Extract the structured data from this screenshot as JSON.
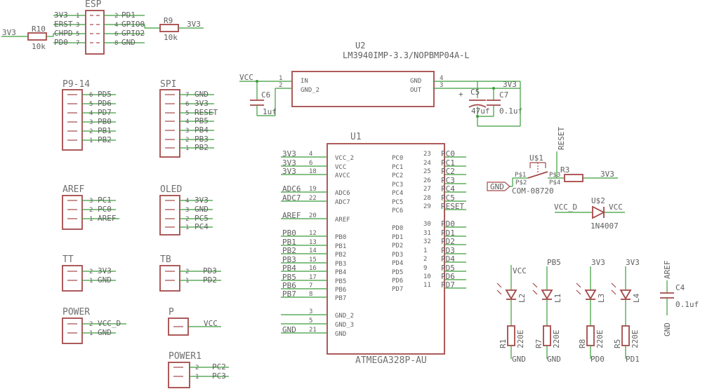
{
  "esp": {
    "name": "ESP",
    "left": [
      {
        "num": "1",
        "label": "3V3"
      },
      {
        "num": "3",
        "label": "ERST"
      },
      {
        "num": "5",
        "label": "CHPD"
      },
      {
        "num": "7",
        "label": "PD0"
      }
    ],
    "right": [
      {
        "num": "2",
        "label": "PD1"
      },
      {
        "num": "4",
        "label": "GPIO0"
      },
      {
        "num": "6",
        "label": "GPIO2"
      },
      {
        "num": "8",
        "label": "GND"
      }
    ]
  },
  "r10": {
    "name": "R10",
    "value": "10k",
    "net": "3V3"
  },
  "r9": {
    "name": "R9",
    "value": "10k",
    "net": "3V3"
  },
  "headers": [
    {
      "name": "P9-14",
      "pins": [
        {
          "num": "6",
          "label": "PD5"
        },
        {
          "num": "5",
          "label": "PD6"
        },
        {
          "num": "4",
          "label": "PD7"
        },
        {
          "num": "3",
          "label": "PB0"
        },
        {
          "num": "2",
          "label": "PB1"
        },
        {
          "num": "1",
          "label": "PB2"
        }
      ]
    },
    {
      "name": "SPI",
      "pins": [
        {
          "num": "7",
          "label": "GND"
        },
        {
          "num": "6",
          "label": "3V3"
        },
        {
          "num": "5",
          "label": "RESET"
        },
        {
          "num": "4",
          "label": "PB5"
        },
        {
          "num": "3",
          "label": "PB4"
        },
        {
          "num": "2",
          "label": "PB3"
        },
        {
          "num": "1",
          "label": "PB2"
        }
      ]
    },
    {
      "name": "AREF",
      "pins": [
        {
          "num": "3",
          "label": "PC1"
        },
        {
          "num": "2",
          "label": "PC0"
        },
        {
          "num": "1",
          "label": "AREF"
        }
      ]
    },
    {
      "name": "OLED",
      "pins": [
        {
          "num": "4",
          "label": "3V3"
        },
        {
          "num": "3",
          "label": "GND"
        },
        {
          "num": "2",
          "label": "PC5"
        },
        {
          "num": "1",
          "label": "PC4"
        }
      ]
    },
    {
      "name": "TT",
      "pins": [
        {
          "num": "2",
          "label": "3V3"
        },
        {
          "num": "1",
          "label": "GND"
        }
      ]
    },
    {
      "name": "TB",
      "pins": [
        {
          "num": "2",
          "label": "PD3"
        },
        {
          "num": "1",
          "label": "PD2"
        }
      ]
    },
    {
      "name": "POWER",
      "pins": [
        {
          "num": "2",
          "label": "VCC_D"
        },
        {
          "num": "1",
          "label": "GND"
        }
      ]
    },
    {
      "name": "P",
      "pins": [
        {
          "num": "",
          "label": "VCC"
        }
      ]
    },
    {
      "name": "POWER1",
      "pins": [
        {
          "num": "2",
          "label": "PC2"
        },
        {
          "num": "1",
          "label": "PC3"
        }
      ]
    }
  ],
  "u2": {
    "name": "U2",
    "part": "LM3940IMP-3.3/NOPBMP04A-L",
    "in_pins": [
      {
        "num": "1",
        "label": "IN"
      },
      {
        "num": "2",
        "label": "GND_2"
      }
    ],
    "out_pins": [
      {
        "num": "4",
        "label": "GND"
      },
      {
        "num": "3",
        "label": "OUT"
      }
    ],
    "vcc_net": "VCC",
    "out_net": "3V3"
  },
  "c6": {
    "name": "C6",
    "value": "1uf"
  },
  "c5": {
    "name": "C5",
    "value": "47uf"
  },
  "c7": {
    "name": "C7",
    "value": "0.1uf"
  },
  "u1": {
    "name": "U1",
    "part": "ATMEGA328P-AU",
    "left": [
      {
        "num": "4",
        "label": "VCC_2",
        "net": "3V3"
      },
      {
        "num": "6",
        "label": "VCC",
        "net": "3V3"
      },
      {
        "num": "18",
        "label": "AVCC",
        "net": "3V3"
      },
      {
        "num": "19",
        "label": "ADC6",
        "net": "ADC6"
      },
      {
        "num": "22",
        "label": "ADC7",
        "net": "ADC7"
      },
      {
        "num": "20",
        "label": "AREF",
        "net": "AREF"
      },
      {
        "num": "12",
        "label": "PB0",
        "net": "PB0"
      },
      {
        "num": "13",
        "label": "PB1",
        "net": "PB1"
      },
      {
        "num": "14",
        "label": "PB2",
        "net": "PB2"
      },
      {
        "num": "15",
        "label": "PB3",
        "net": "PB3"
      },
      {
        "num": "16",
        "label": "PB4",
        "net": "PB4"
      },
      {
        "num": "17",
        "label": "PB5",
        "net": "PB5"
      },
      {
        "num": "7",
        "label": "PB6",
        "net": "PB6"
      },
      {
        "num": "8",
        "label": "PB7",
        "net": "PB7"
      },
      {
        "num": "3",
        "label": "GND_2",
        "net": ""
      },
      {
        "num": "5",
        "label": "GND_3",
        "net": ""
      },
      {
        "num": "21",
        "label": "GND",
        "net": "GND"
      }
    ],
    "right": [
      {
        "num": "23",
        "label": "PC0",
        "net": "PC0"
      },
      {
        "num": "24",
        "label": "PC1",
        "net": "PC1"
      },
      {
        "num": "25",
        "label": "PC2",
        "net": "PC2"
      },
      {
        "num": "26",
        "label": "PC3",
        "net": "PC3"
      },
      {
        "num": "27",
        "label": "PC4",
        "net": "PC4"
      },
      {
        "num": "28",
        "label": "PC5",
        "net": "PC5"
      },
      {
        "num": "29",
        "label": "PC6",
        "net": "RESET"
      },
      {
        "num": "30",
        "label": "PD0",
        "net": "PD0"
      },
      {
        "num": "31",
        "label": "PD1",
        "net": "PD1"
      },
      {
        "num": "32",
        "label": "PD2",
        "net": "PD2"
      },
      {
        "num": "1",
        "label": "PD3",
        "net": "PD3"
      },
      {
        "num": "2",
        "label": "PD4",
        "net": "PD4"
      },
      {
        "num": "9",
        "label": "PD5",
        "net": "PD5"
      },
      {
        "num": "10",
        "label": "PD6",
        "net": "PD6"
      },
      {
        "num": "11",
        "label": "PD7",
        "net": "PD7"
      }
    ]
  },
  "switch": {
    "name": "U$1",
    "part": "COM-08720",
    "pins": [
      "P$1",
      "P$2",
      "P$3",
      "P$4"
    ],
    "reset_net": "RESET",
    "gnd_net": "GND"
  },
  "r3": {
    "name": "R3",
    "net": "3V3"
  },
  "diode": {
    "name": "U$2",
    "part": "1N4007",
    "left_net": "VCC_D",
    "right_net": "VCC"
  },
  "leds": [
    {
      "led": "L2",
      "res": "R1",
      "value": "220E",
      "top": "VCC",
      "bottom": "GND"
    },
    {
      "led": "L1",
      "res": "R7",
      "value": "220E",
      "top": "PB5",
      "bottom": "GND"
    },
    {
      "led": "L3",
      "res": "R8",
      "value": "220E",
      "top": "3V3",
      "bottom": "PD0"
    },
    {
      "led": "L4",
      "res": "R5",
      "value": "220E",
      "top": "3V3",
      "bottom": "PD1"
    }
  ],
  "c4": {
    "name": "C4",
    "value": "0.1uf",
    "top": "AREF",
    "bottom": "GND"
  }
}
